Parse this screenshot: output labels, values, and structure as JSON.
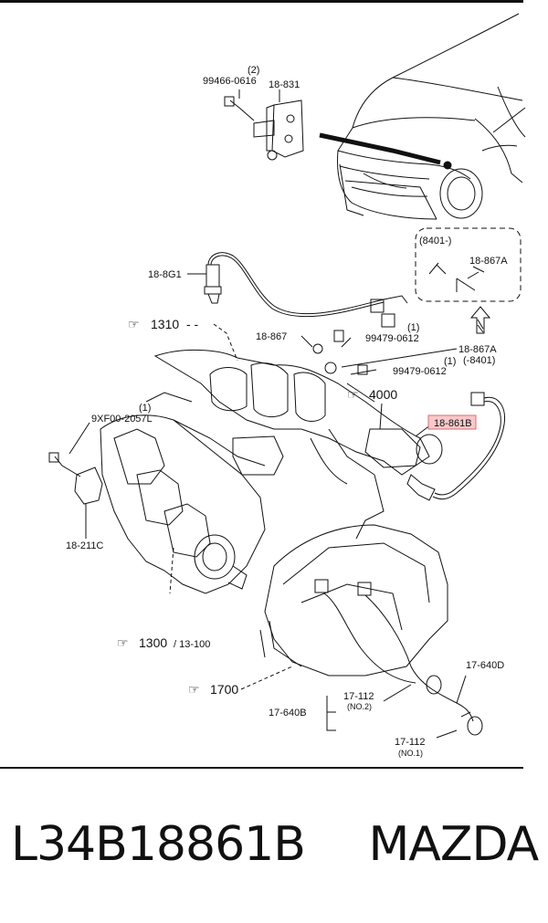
{
  "diagram": {
    "labels": {
      "top_bolt_qty": "(2)",
      "top_bolt": "99466-0616",
      "bracket": "18-831",
      "kit_range": "(8401-)",
      "kit_part": "18-867A",
      "upper_sensor": "18-8G1",
      "ref_intake": "1310",
      "sensor_18_867": "18-867",
      "bolt_a_qty": "(1)",
      "bolt_a": "99479-0612",
      "part_867a": "18-867A",
      "part_867a_range": "(-8401)",
      "bolt_b_qty": "(1)",
      "bolt_b": "99479-0612",
      "ref_exhaust": "4000",
      "highlight_part": "18-861B",
      "knock_qty": "(1)",
      "knock_bolt": "9XF00-2057L",
      "knock_sensor": "18-211C",
      "ref_manifold": "1300",
      "ref_manifold_sub": "/ 13-100",
      "ref_transaxle": "1700",
      "harness_d": "17-640D",
      "harness_b": "17-640B",
      "switch_2": "17-112",
      "switch_2_no": "(NO.2)",
      "switch_1": "17-112",
      "switch_1_no": "(NO.1)"
    },
    "colors": {
      "highlight_fill": "#f6c9cb",
      "highlight_stroke": "#e26a72",
      "line": "#111111"
    }
  },
  "footer": {
    "part_number": "L34B18861B",
    "brand": "MAZDA"
  }
}
